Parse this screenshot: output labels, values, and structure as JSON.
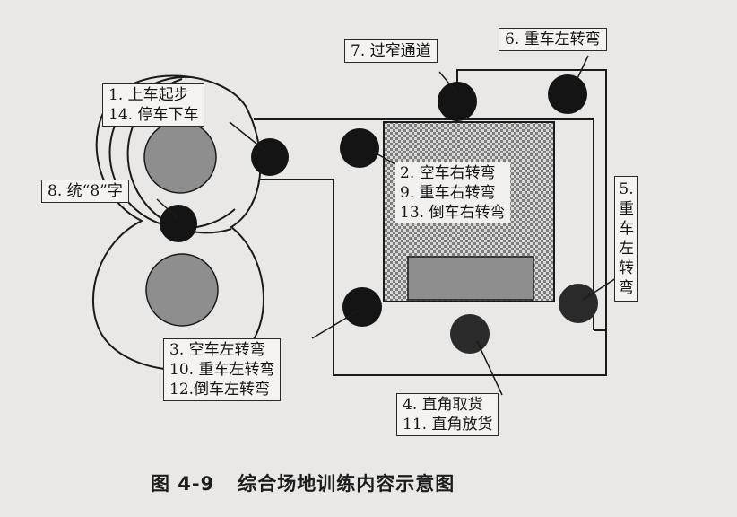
{
  "labels": {
    "s1": "1. 上车起步",
    "s14": "14. 停车下车",
    "s7": "7. 过窄通道",
    "s6": "6. 重车左转弯",
    "s8": "8. 统“8”字",
    "s2": "2. 空车右转弯",
    "s9": "9. 重车右转弯",
    "s13": "13. 倒车右转弯",
    "s5": [
      "5.",
      "重",
      "车",
      "左",
      "转",
      "弯"
    ],
    "s3": "3. 空车左转弯",
    "s10": "10. 重车左转弯",
    "s12": "12.倒车左转弯",
    "s4": "4. 直角取货",
    "s11": "11. 直角放货"
  },
  "caption": {
    "figure": "图 4-9",
    "title": "综合场地训练内容示意图"
  },
  "colors": {
    "station_fill": "#141414",
    "post_fill": "#8e8e8e",
    "hatch": "#7d7d7d",
    "line": "#1a1a1a",
    "background": "#e9e8e6"
  }
}
